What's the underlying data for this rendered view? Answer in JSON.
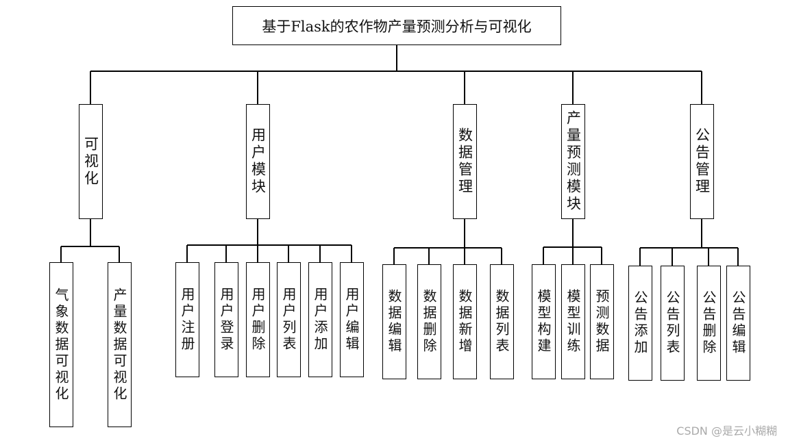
{
  "root": {
    "label": "基于Flask的农作物产量预测分析与可视化"
  },
  "modules": [
    {
      "label": "可视化",
      "children": [
        "气象数据可视化",
        "产量数据可视化"
      ]
    },
    {
      "label": "用户模块",
      "children": [
        "用户注册",
        "用户登录",
        "用户删除",
        "用户列表",
        "用户添加",
        "用户编辑"
      ]
    },
    {
      "label": "数据管理",
      "children": [
        "数据编辑",
        "数据删除",
        "数据新增",
        "数据列表"
      ]
    },
    {
      "label": "产量预测模块",
      "children": [
        "模型构建",
        "模型训练",
        "预测数据"
      ]
    },
    {
      "label": "公告管理",
      "children": [
        "公告添加",
        "公告列表",
        "公告删除",
        "公告编辑"
      ]
    }
  ],
  "watermark": "CSDN @是云小糊糊"
}
